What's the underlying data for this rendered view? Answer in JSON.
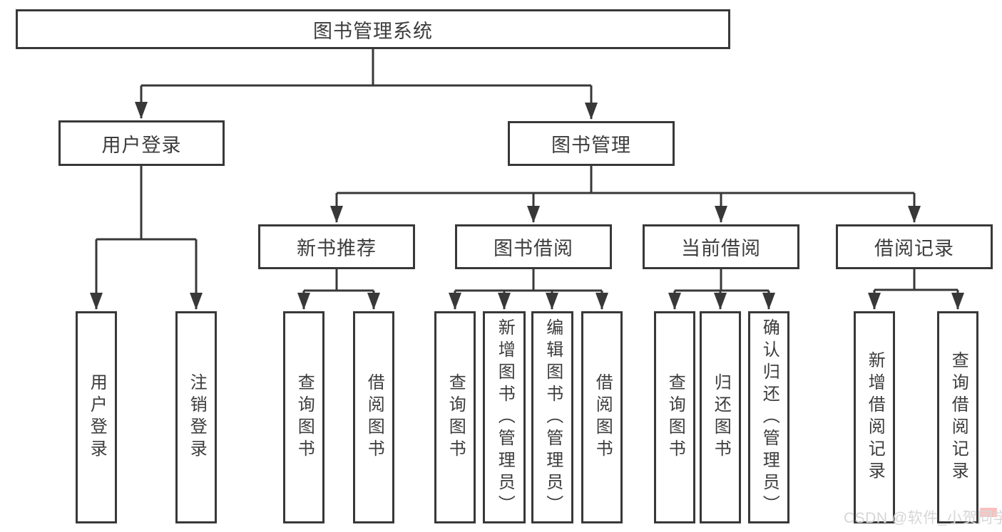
{
  "diagram": {
    "root": {
      "label": "图书管理系统"
    },
    "level1": [
      {
        "label": "用户登录"
      },
      {
        "label": "图书管理"
      }
    ],
    "level2": [
      {
        "label": "新书推荐"
      },
      {
        "label": "图书借阅"
      },
      {
        "label": "当前借阅"
      },
      {
        "label": "借阅记录"
      }
    ],
    "leaves": [
      {
        "label": "用户登录"
      },
      {
        "label": "注销登录"
      },
      {
        "label": "查询图书"
      },
      {
        "label": "借阅图书"
      },
      {
        "label": "查询图书"
      },
      {
        "label": "新增图书（管理员）"
      },
      {
        "label": "编辑图书（管理员）"
      },
      {
        "label": "借阅图书"
      },
      {
        "label": "查询图书"
      },
      {
        "label": "归还图书"
      },
      {
        "label": "确认归还（管理员）"
      },
      {
        "label": "新增借阅记录"
      },
      {
        "label": "查询借阅记录"
      }
    ]
  },
  "watermark": {
    "text": "CSDN @软件_小贺同学"
  },
  "colors": {
    "line": "#383838",
    "text": "#3c3c3c",
    "background": "#ffffff",
    "watermark": "#d6d6d6",
    "watermark_accent": "#f46e6e"
  }
}
